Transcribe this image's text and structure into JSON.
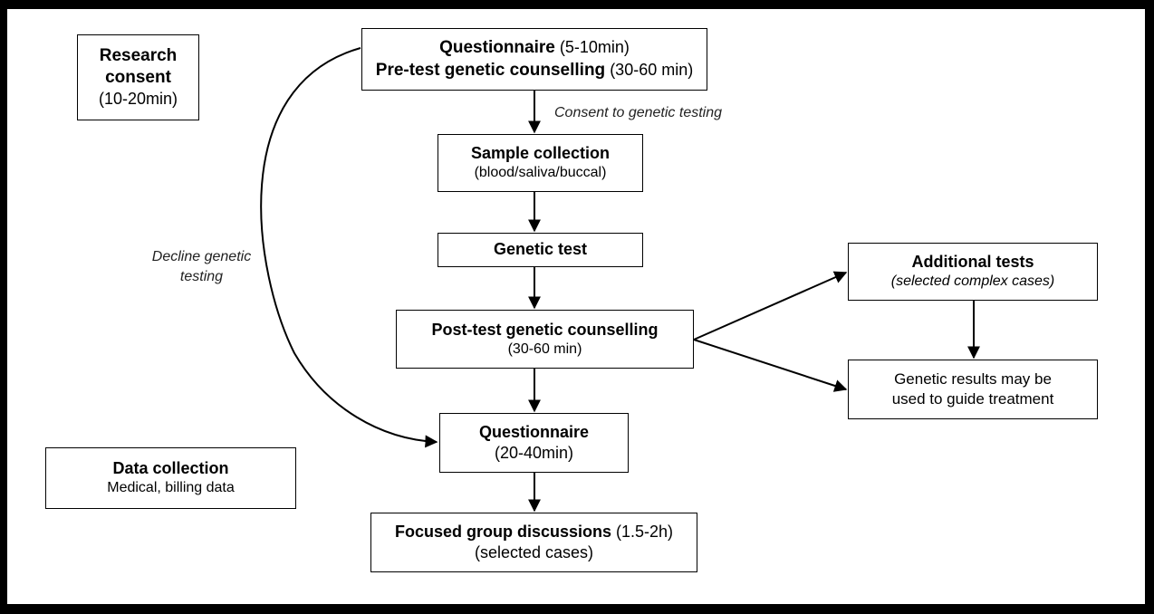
{
  "boxes": {
    "research_consent": {
      "line1": "Research",
      "line2": "consent",
      "line3": "(10-20min)"
    },
    "pre_test": {
      "line1_bold": "Questionnaire",
      "line1_rest": "(5-10min)",
      "line2_bold": "Pre-test genetic counselling",
      "line2_rest": "(30-60 min)"
    },
    "sample_collection": {
      "title": "Sample collection",
      "sub": "(blood/saliva/buccal)"
    },
    "genetic_test": {
      "title": "Genetic test"
    },
    "post_test": {
      "title": "Post-test genetic counselling",
      "sub": "(30-60 min)"
    },
    "questionnaire2": {
      "title": "Questionnaire",
      "sub": "(20-40min)"
    },
    "focused_group": {
      "title_bold": "Focused group discussions",
      "title_rest": "(1.5-2h)",
      "sub": "(selected cases)"
    },
    "additional_tests": {
      "title": "Additional tests",
      "sub": "(selected complex cases)"
    },
    "genetic_results": {
      "line1": "Genetic results may be",
      "line2": "used to guide treatment"
    },
    "data_collection": {
      "title": "Data collection",
      "sub": "Medical, billing data"
    }
  },
  "labels": {
    "consent": "Consent to genetic testing",
    "decline_line1": "Decline genetic",
    "decline_line2": "testing"
  },
  "colors": {
    "background": "#ffffff",
    "border": "#000000",
    "frame": "#000000"
  }
}
